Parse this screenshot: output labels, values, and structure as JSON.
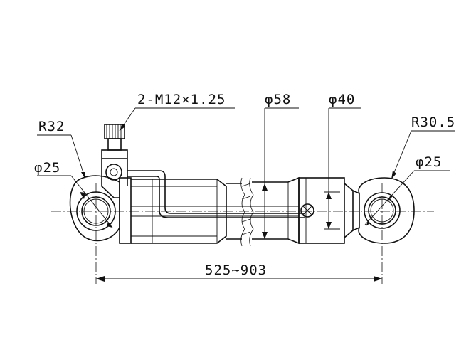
{
  "labels": {
    "port_thread": "2-M12×1.25",
    "left_eye_radius": "R32",
    "left_pin_dia": "φ25",
    "barrel_dia": "φ58",
    "rod_dia": "φ40",
    "right_eye_radius": "R30.5",
    "right_pin_dia": "φ25",
    "stroke_length": "525~903"
  }
}
